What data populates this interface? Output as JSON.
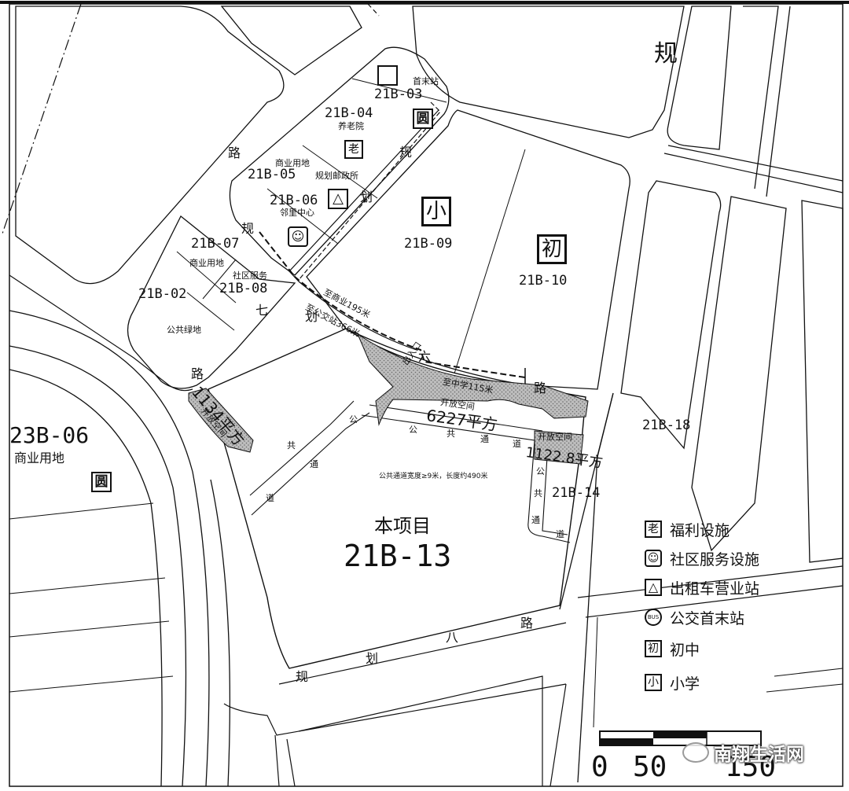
{
  "parcels": {
    "p03": {
      "code": "21B-03",
      "note": "首末站"
    },
    "p04": {
      "code": "21B-04",
      "note": "养老院"
    },
    "p05": {
      "code": "21B-05",
      "note": "商业用地",
      "note2": "规划邮政所"
    },
    "p06": {
      "code": "21B-06",
      "note": "邻里中心"
    },
    "p07": {
      "code": "21B-07",
      "note": "商业用地"
    },
    "p08": {
      "code": "21B-08",
      "note": "社区服务"
    },
    "p02": {
      "code": "21B-02",
      "note": "公共绿地"
    },
    "p09": {
      "code": "21B-09"
    },
    "p10": {
      "code": "21B-10"
    },
    "p14": {
      "code": "21B-14"
    },
    "p18": {
      "code": "21B-18"
    },
    "p23": {
      "code": "23B-06",
      "note": "商业用地"
    },
    "p13": {
      "code": "21B-13",
      "title": "本项目"
    }
  },
  "roads": {
    "gui_top": "规",
    "lu_upper": "路",
    "gui_upper": "规",
    "hua_upper": "划",
    "gui_left": "规",
    "qi": "七",
    "lu_left": "路",
    "hua_mid": "划",
    "liu": "六",
    "lu_mid": "路",
    "ba": "八",
    "lu_bottom": "路",
    "gui_bottom": "规",
    "hua_bottom": "划"
  },
  "passage": {
    "gong": "公",
    "gong2": "共",
    "tong": "通",
    "dao": "道",
    "desc": "公共通道宽度≥9米，长度约490米",
    "v_gong": "公",
    "v_gong2": "共",
    "v_tong": "通",
    "v_dao": "道",
    "w_gong": "公",
    "w_gong2": "共",
    "w_tong": "通",
    "w_dao": "道"
  },
  "distances": {
    "to_commercial": "至商业195米",
    "to_bus": "至公交站366米",
    "to_middle_school": "至中学115米",
    "entrance": "出入口"
  },
  "open_spaces": {
    "a": {
      "area": "1134平方",
      "label": "开放空间"
    },
    "b": {
      "area": "6227平方",
      "label": "开放空间"
    },
    "c": {
      "area": "1122.8平方",
      "label": "开放空间"
    }
  },
  "icons": {
    "elderly": "老",
    "circle_sign": "圆",
    "circle_sign2": "圆",
    "primary": "小",
    "junior": "初"
  },
  "legend": [
    {
      "icon": "老",
      "label": "福利设施"
    },
    {
      "icon": "☺",
      "label": "社区服务设施"
    },
    {
      "icon": "△",
      "label": "出租车营业站"
    },
    {
      "icon": "BUS",
      "label": "公交首末站"
    },
    {
      "icon": "初",
      "label": "初中"
    },
    {
      "icon": "小",
      "label": "小学"
    }
  ],
  "scale": {
    "zero": "0",
    "fifty": "50",
    "one_fifty": "150"
  },
  "watermark": "南翔生活网"
}
